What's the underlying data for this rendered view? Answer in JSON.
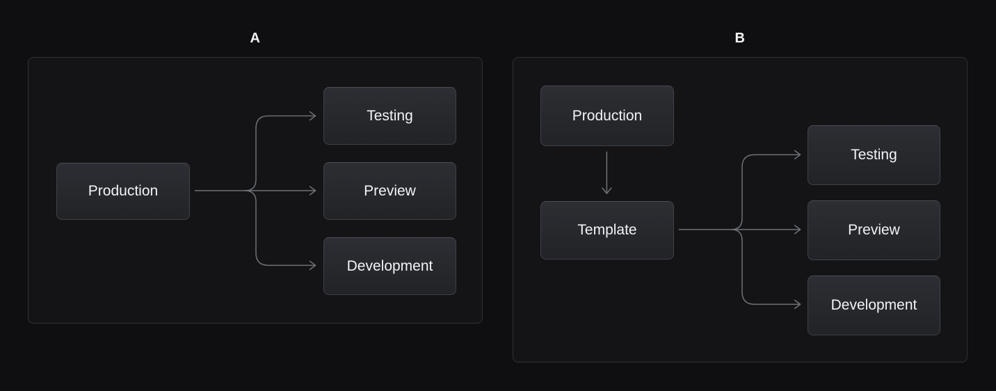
{
  "page": {
    "background": "#0f0f11"
  },
  "colors": {
    "page_bg": "#0f0f11",
    "panel_bg": "#141417",
    "panel_border": "#2f3237",
    "panel_label": "#f4f4f4",
    "node_bg_top": "#2c2e33",
    "node_bg_bottom": "#212327",
    "node_border": "#3f4248",
    "node_border_top": "#4a4d53",
    "node_text": "#f2f3f5",
    "arrow": "#6e7277"
  },
  "panels": [
    {
      "label": "A",
      "nodes": [
        {
          "id": "production",
          "label": "Production"
        },
        {
          "id": "testing",
          "label": "Testing"
        },
        {
          "id": "preview",
          "label": "Preview"
        },
        {
          "id": "development",
          "label": "Development"
        }
      ],
      "edges": [
        {
          "from": "Production",
          "to": "Testing"
        },
        {
          "from": "Production",
          "to": "Preview"
        },
        {
          "from": "Production",
          "to": "Development"
        }
      ]
    },
    {
      "label": "B",
      "nodes": [
        {
          "id": "production",
          "label": "Production"
        },
        {
          "id": "template",
          "label": "Template"
        },
        {
          "id": "testing",
          "label": "Testing"
        },
        {
          "id": "preview",
          "label": "Preview"
        },
        {
          "id": "development",
          "label": "Development"
        }
      ],
      "edges": [
        {
          "from": "Production",
          "to": "Template"
        },
        {
          "from": "Template",
          "to": "Testing"
        },
        {
          "from": "Template",
          "to": "Preview"
        },
        {
          "from": "Template",
          "to": "Development"
        }
      ]
    }
  ]
}
